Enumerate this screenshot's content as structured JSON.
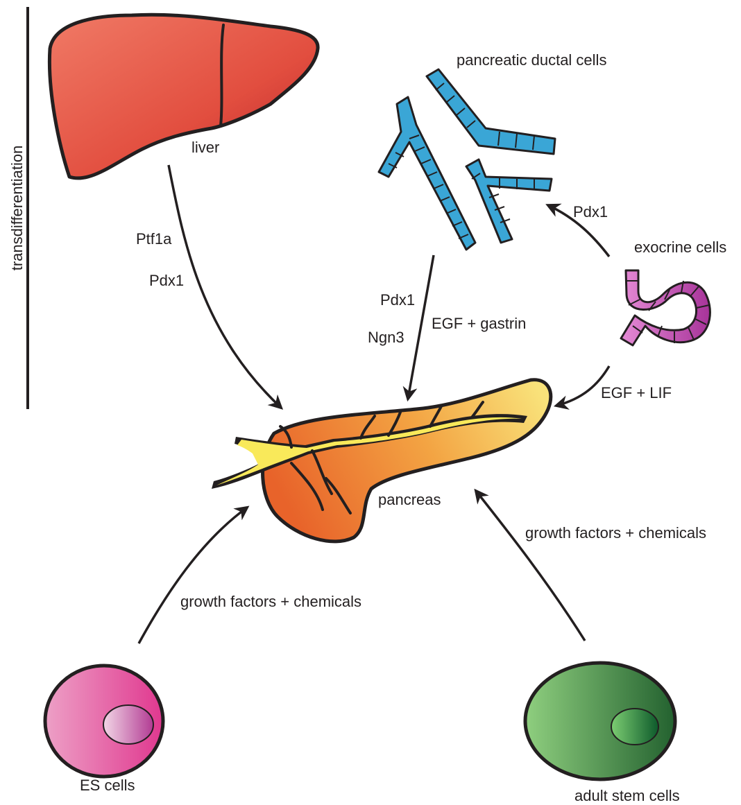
{
  "sidebar_label": "transdifferentiation",
  "nodes": {
    "liver": "liver",
    "ductal": "pancreatic ductal cells",
    "exocrine": "exocrine cells",
    "pancreas": "pancreas",
    "es": "ES cells",
    "adult": "adult stem cells"
  },
  "arrows": {
    "liver_factor_1": "Ptf1a",
    "liver_factor_2": "Pdx1",
    "ductal_factor_1": "Pdx1",
    "ductal_factor_2": "Ngn3",
    "ductal_factor_3": "EGF + gastrin",
    "exocrine_to_ductal": "Pdx1",
    "exocrine_to_pancreas": "EGF + LIF",
    "es_to_pancreas": "growth factors + chemicals",
    "adult_to_pancreas": "growth factors + chemicals"
  },
  "colors": {
    "liver": "#d9473a",
    "duct": "#3aa6d6",
    "exocrine": "#c24fb0",
    "pancreas_light": "#f7dc6a",
    "pancreas_dark": "#e8702a",
    "es_cell": "#e45fa4",
    "adult_cell": "#3f9a4f",
    "outline": "#231f20"
  }
}
